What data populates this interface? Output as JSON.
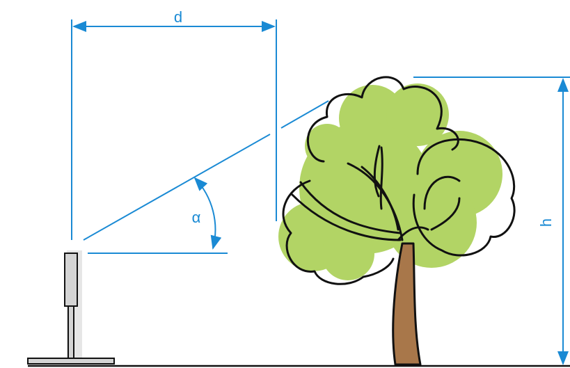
{
  "labels": {
    "distance": "d",
    "angle": "α",
    "height": "h"
  },
  "colors": {
    "dimension": "#1a8ad4",
    "foliage": "#b2d465",
    "outline": "#111111",
    "trunk": "#a8774a",
    "instrument": "#d4d4d4",
    "instrument_shadow": "#e6e6e6",
    "ground": "#111111"
  },
  "icons": {
    "instrument": "clinometer-on-stand-icon",
    "tree": "tree-icon"
  }
}
